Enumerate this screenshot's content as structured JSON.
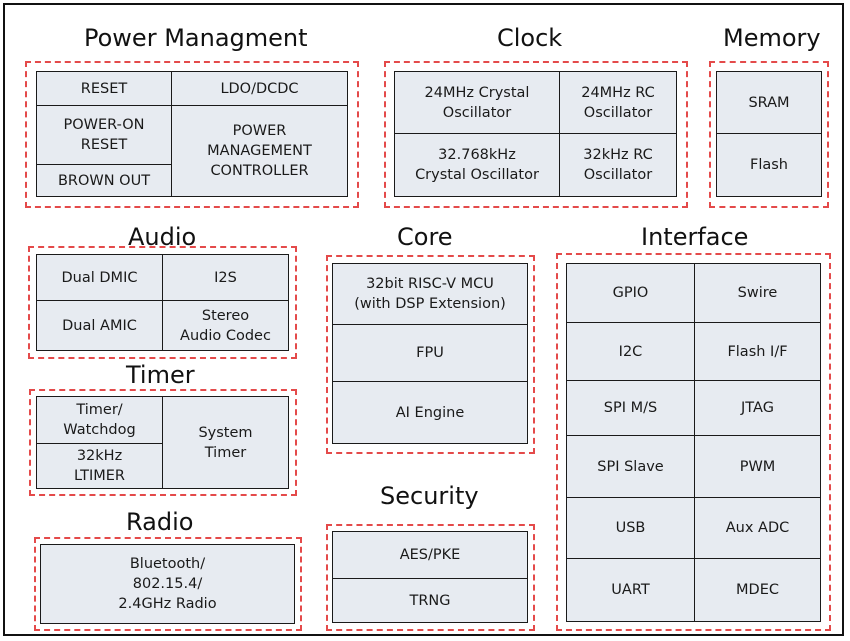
{
  "groups": {
    "power": {
      "title": "Power Managment",
      "cells": [
        "RESET",
        "LDO/DCDC",
        "POWER-ON\nRESET",
        "POWER\nMANAGEMENT\nCONTROLLER",
        "BROWN OUT"
      ]
    },
    "clock": {
      "title": "Clock",
      "cells": [
        "24MHz Crystal\nOscillator",
        "24MHz RC\nOscillator",
        "32.768kHz\nCrystal Oscillator",
        "32kHz RC\nOscillator"
      ]
    },
    "memory": {
      "title": "Memory",
      "cells": [
        "SRAM",
        "Flash"
      ]
    },
    "audio": {
      "title": "Audio",
      "cells": [
        "Dual DMIC",
        "I2S",
        "Dual AMIC",
        "Stereo\nAudio Codec"
      ]
    },
    "core": {
      "title": "Core",
      "cells": [
        "32bit RISC-V MCU\n(with DSP Extension)",
        "FPU",
        "AI Engine"
      ]
    },
    "interface": {
      "title": "Interface",
      "cells": [
        "GPIO",
        "Swire",
        "I2C",
        "Flash I/F",
        "SPI M/S",
        "JTAG",
        "SPI Slave",
        "PWM",
        "USB",
        "Aux ADC",
        "UART",
        "MDEC"
      ]
    },
    "timer": {
      "title": "Timer",
      "cells": [
        "Timer/\nWatchdog",
        "32kHz\nLTIMER",
        "System\nTimer"
      ]
    },
    "radio": {
      "title": "Radio",
      "cells": [
        "Bluetooth/\n802.15.4/\n2.4GHz Radio"
      ]
    },
    "security": {
      "title": "Security",
      "cells": [
        "AES/PKE",
        "TRNG"
      ]
    }
  },
  "colors": {
    "dashed_border": "#e44a4a",
    "cell_fill": "#e7ebf1",
    "cell_border": "#1a1a1a"
  }
}
